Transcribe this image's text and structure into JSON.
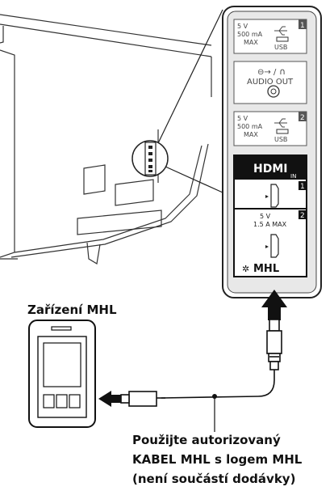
{
  "device_label": "Zařízení MHL",
  "cable_note": {
    "line1": "Použijte autorizovaný",
    "line2": "KABEL MHL s logem MHL",
    "line3": "(není součástí dodávky)"
  },
  "panel": {
    "usb1": {
      "voltage": "5 V",
      "current": "500 mA",
      "max": "MAX",
      "usb": "USB",
      "number": "1"
    },
    "audio_out": {
      "label": "AUDIO OUT",
      "slash": "/"
    },
    "usb2": {
      "voltage": "5 V",
      "current": "500 mA",
      "max": "MAX",
      "usb": "USB",
      "number": "2"
    },
    "hdmi": {
      "logo": "HDMI",
      "in_label": "IN",
      "port1_number": "1",
      "port2_number": "2",
      "port2_voltage": "5 V",
      "port2_current": "1.5 A MAX",
      "mhl_logo": "MHL"
    }
  }
}
